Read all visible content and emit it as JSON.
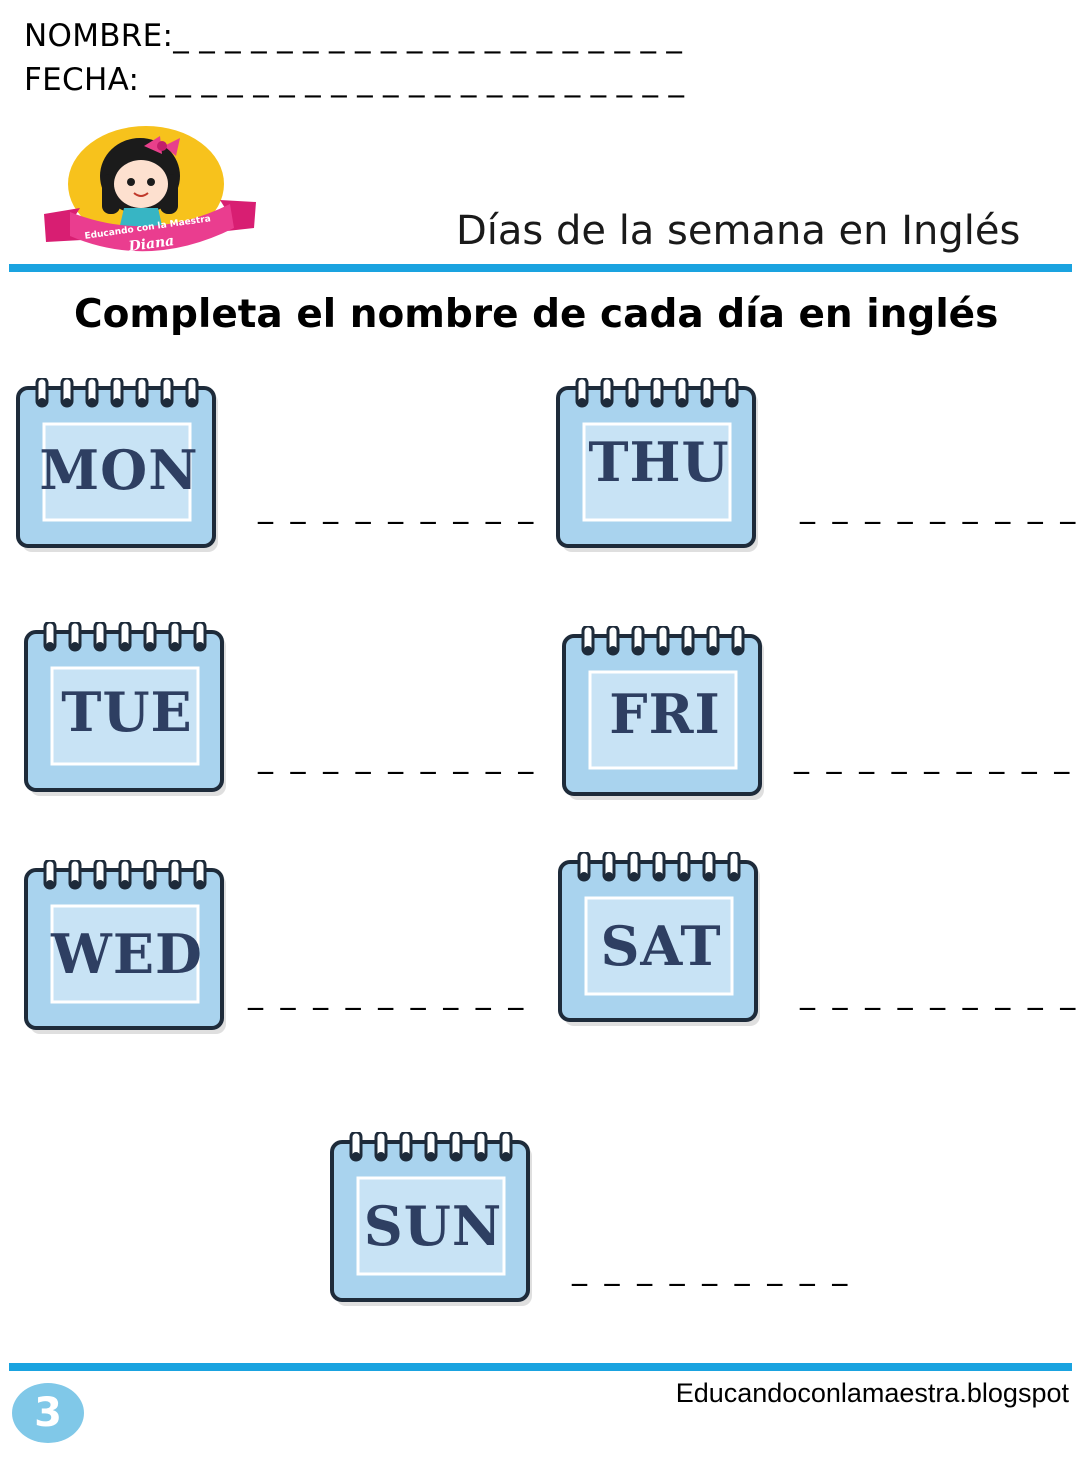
{
  "header": {
    "nombre": "NOMBRE:_ _ _ _ _ _ _ _ _ _ _ _ _ _ _ _ _ _ _ _",
    "fecha": "FECHA: _ _ _ _ _ _ _ _ _ _ _ _ _ _ _ _ _ _ _ _ _"
  },
  "logo": {
    "line1": "Educando con la Maestra",
    "line2": "Diana"
  },
  "subtitle": "Días de la semana en Inglés",
  "instruction": "Completa el nombre de cada día  en inglés",
  "days": [
    {
      "abbr": "MON"
    },
    {
      "abbr": "THU"
    },
    {
      "abbr": "TUE"
    },
    {
      "abbr": "FRI"
    },
    {
      "abbr": "WED"
    },
    {
      "abbr": "SAT"
    },
    {
      "abbr": "SUN"
    }
  ],
  "blank": "_ _ _ _ _ _ _ _ _",
  "footer": {
    "page_number": "3",
    "blog": "Educandoconlamaestra.blogspot"
  },
  "colors": {
    "rule": "#1aa3e0",
    "calendar_fill": "#a9d3ee",
    "calendar_inner": "#c8e3f5",
    "abbr_text": "#2e3f62",
    "badge": "#80c8e8"
  }
}
